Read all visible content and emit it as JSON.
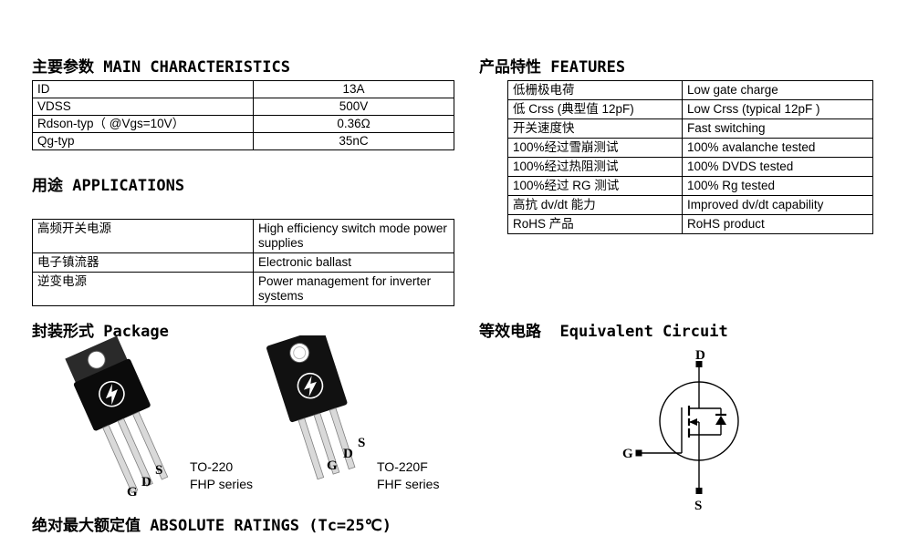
{
  "main_characteristics": {
    "title": "主要参数 MAIN CHARACTERISTICS",
    "rows": [
      {
        "param": "ID",
        "value": "13A"
      },
      {
        "param": "VDSS",
        "value": "500V"
      },
      {
        "param": "Rdson-typ（ @Vgs=10V）",
        "value": "0.36Ω"
      },
      {
        "param": "Qg-typ",
        "value": "35nC"
      }
    ]
  },
  "features": {
    "title": "产品特性 FEATURES",
    "rows": [
      {
        "cn": "低栅极电荷",
        "en": "Low gate charge"
      },
      {
        "cn": "低 Crss (典型值 12pF)",
        "en": "Low Crss (typical 12pF )"
      },
      {
        "cn": "开关速度快",
        "en": "Fast switching"
      },
      {
        "cn": "100%经过雪崩测试",
        "en": "100% avalanche tested"
      },
      {
        "cn": "100%经过热阻测试",
        "en": "100% DVDS tested"
      },
      {
        "cn": "100%经过 RG 测试",
        "en": "100% Rg tested"
      },
      {
        "cn": "高抗 dv/dt 能力",
        "en": "Improved dv/dt capability"
      },
      {
        "cn": "RoHS 产品",
        "en": "RoHS product"
      }
    ]
  },
  "applications": {
    "title": "用途 APPLICATIONS",
    "rows": [
      {
        "cn": "高频开关电源",
        "en": "High efficiency switch mode power supplies"
      },
      {
        "cn": "电子镇流器",
        "en": "Electronic ballast"
      },
      {
        "cn": "逆变电源",
        "en": "Power management for inverter systems"
      }
    ]
  },
  "package": {
    "title": "封装形式 Package",
    "items": [
      {
        "name": "TO-220",
        "series": "FHP series",
        "pins": {
          "g": "G",
          "d": "D",
          "s": "S"
        }
      },
      {
        "name": "TO-220F",
        "series": "FHF series",
        "pins": {
          "g": "G",
          "d": "D",
          "s": "S"
        }
      }
    ]
  },
  "equivalent_circuit": {
    "title": "等效电路  Equivalent Circuit",
    "terminals": {
      "d": "D",
      "g": "G",
      "s": "S"
    }
  },
  "absolute_ratings": {
    "title": "绝对最大额定值 ABSOLUTE RATINGS (Tc=25℃)"
  }
}
